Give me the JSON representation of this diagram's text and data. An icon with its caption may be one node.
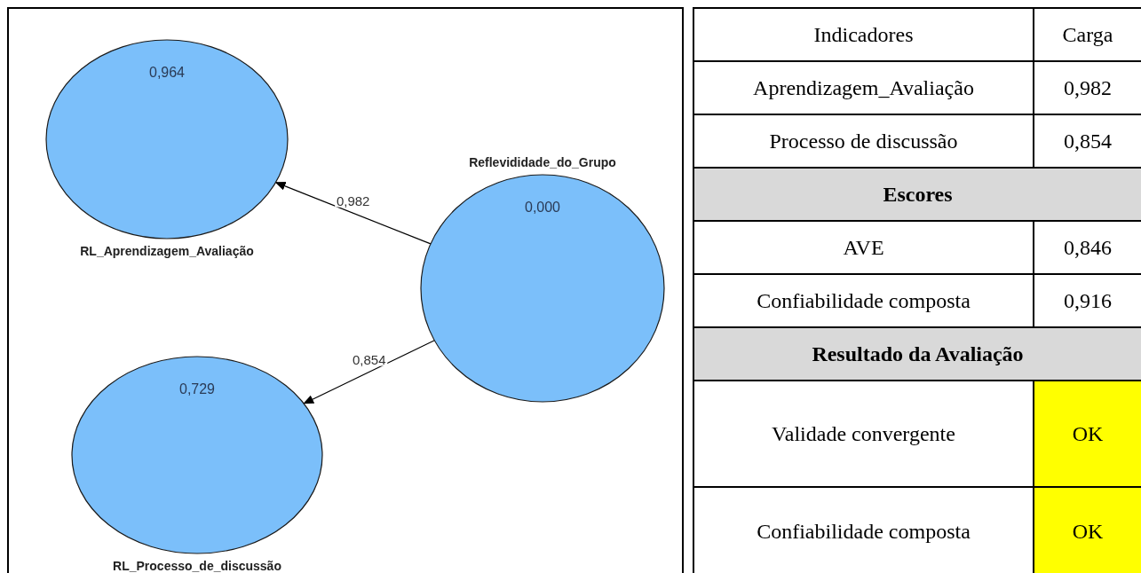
{
  "diagram": {
    "nodes": [
      {
        "text": [
          "0,964",
          "RL_Aprendizagem_Avaliação"
        ]
      },
      {
        "text": [
          "Reflevididade_do_Grupo",
          "0,000"
        ]
      },
      {
        "text": [
          "0,729",
          "RL_Processo_de_discussão"
        ]
      }
    ],
    "edges": [
      {
        "from": 1,
        "to": 0,
        "arrow": "to",
        "label": "0,982"
      },
      {
        "from": 1,
        "to": 2,
        "arrow": "to",
        "label": "0,854"
      }
    ],
    "labels": [
      "Indicadores",
      "Carga",
      "Aprendizagem_Avaliação",
      "0,982",
      "Processo de discussão",
      "0,854",
      "Escores",
      "AVE",
      "0,846",
      "Confiabilidade composta",
      "0,916",
      "Resultado da Avaliação",
      "Validade convergente",
      "OK",
      "Confiabilidade composta",
      "OK"
    ]
  }
}
